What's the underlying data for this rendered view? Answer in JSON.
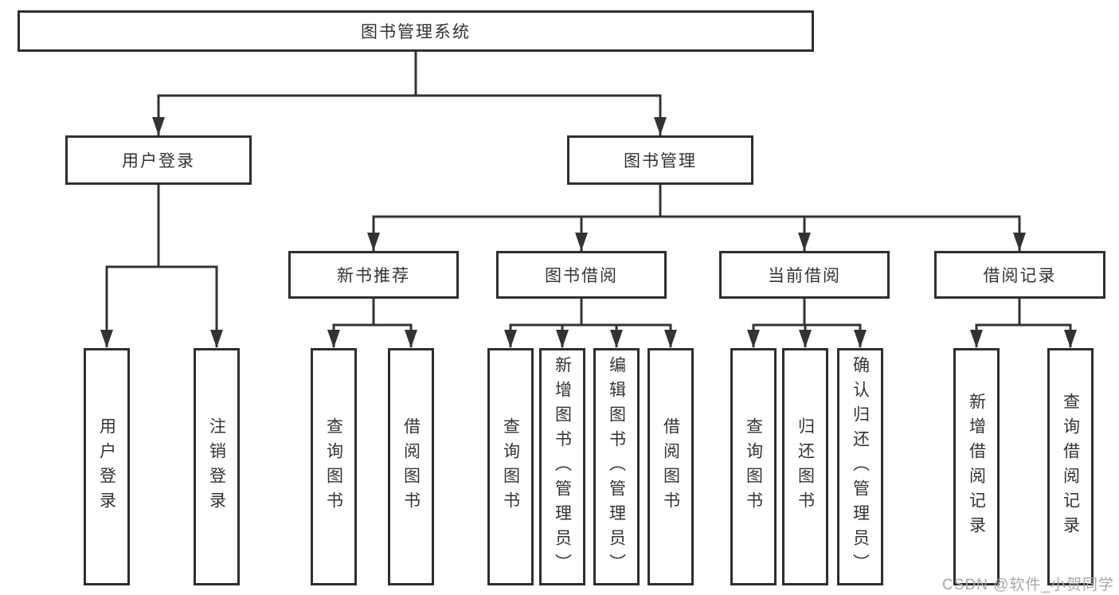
{
  "diagram": {
    "root": {
      "label": "图书管理系统"
    },
    "branches": [
      {
        "label": "用户登录",
        "children": [
          {
            "label": "用户登录"
          },
          {
            "label": "注销登录"
          }
        ]
      },
      {
        "label": "图书管理",
        "children": [
          {
            "label": "新书推荐",
            "children": [
              {
                "label": "查询图书"
              },
              {
                "label": "借阅图书"
              }
            ]
          },
          {
            "label": "图书借阅",
            "children": [
              {
                "label": "查询图书"
              },
              {
                "label": "新增图书（管理员）"
              },
              {
                "label": "编辑图书（管理员）"
              },
              {
                "label": "借阅图书"
              }
            ]
          },
          {
            "label": "当前借阅",
            "children": [
              {
                "label": "查询图书"
              },
              {
                "label": "归还图书"
              },
              {
                "label": "确认归还（管理员）"
              }
            ]
          },
          {
            "label": "借阅记录",
            "children": [
              {
                "label": "新增借阅记录"
              },
              {
                "label": "查询借阅记录"
              }
            ]
          }
        ]
      }
    ],
    "watermark": "CSDN @软件_小贺同学",
    "colors": {
      "line": "#333333",
      "box_border": "#2e2e2e",
      "box_bg": "#ffffff",
      "text": "#333333",
      "watermark": "#a8a8a8",
      "background": "#ffffff"
    }
  }
}
